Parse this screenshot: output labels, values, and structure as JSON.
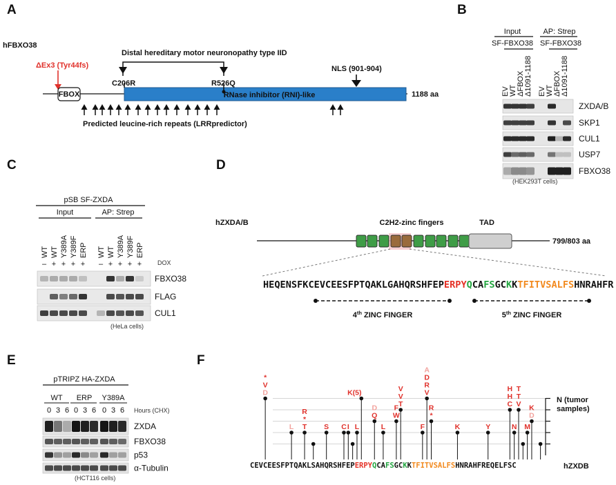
{
  "panel_labels": [
    "A",
    "B",
    "C",
    "D",
    "E",
    "F"
  ],
  "colors": {
    "rni_blue": "#2a7fc9",
    "zf_green": "#3f9d47",
    "zf_brown": "#9a6b3c",
    "tad_gray": "#cfcfcf",
    "mut_red": "#e0312b",
    "mut_pink": "#f2a29d",
    "seq_red": "#e53227",
    "seq_green": "#23a540",
    "seq_orange": "#f28a1f"
  },
  "panelA": {
    "protein": "hFBXO38",
    "dex3": "ΔEx3 (Tyr44fs)",
    "fbox": "FBOX",
    "dhmn": "Distal hereditary motor neuronopathy type IID",
    "c206r": "C206R",
    "r526q": "R526Q",
    "nls": "NLS (901-904)",
    "rni": "RNase inhibitor (RNI)-like",
    "length": "1188 aa",
    "lrr": "Predicted leucine-rich repeats (LRRpredictor)"
  },
  "panelB": {
    "hdr_input": "Input",
    "hdr_ap": "AP: Strep",
    "sub1": "SF-FBXO38",
    "sub2": "SF-FBXO38",
    "lanes": [
      "EV",
      "WT",
      "ΔFBOX",
      "Δ1091-1188",
      "EV",
      "WT",
      "ΔFBOX",
      "Δ1091-1188"
    ],
    "blots": [
      "ZXDA/B",
      "SKP1",
      "CUL1",
      "USP7",
      "FBXO38"
    ],
    "cells": "(HEK293T cells)"
  },
  "panelC": {
    "title": "pSB SF-ZXDA",
    "hdr_input": "Input",
    "hdr_ap": "AP: Strep",
    "lanes": [
      "WT",
      "WT",
      "Y389A",
      "Y389F",
      "ERP",
      "WT",
      "WT",
      "Y389A",
      "Y389F",
      "ERP"
    ],
    "dox_signs": [
      "–",
      "+",
      "+",
      "+",
      "+",
      "–",
      "+",
      "+",
      "+",
      "+"
    ],
    "dox": "DOX",
    "blots": [
      "FBXO38",
      "FLAG",
      "CUL1"
    ],
    "cells": "(HeLa cells)"
  },
  "panelD": {
    "protein": "hZXDA/B",
    "zf_label": "C2H2-zinc fingers",
    "tad": "TAD",
    "length": "799/803 aa",
    "sequence": [
      {
        "t": "HEQENSFKCEVCEESFPTQAKLGAHQRSHFEP",
        "c": "k"
      },
      {
        "t": "ERPY",
        "c": "r"
      },
      {
        "t": "Q",
        "c": "g"
      },
      {
        "t": "CA",
        "c": "k"
      },
      {
        "t": "F",
        "c": "g"
      },
      {
        "t": "S",
        "c": "g"
      },
      {
        "t": "GC",
        "c": "k"
      },
      {
        "t": "K",
        "c": "g"
      },
      {
        "t": "K",
        "c": "k"
      },
      {
        "t": "TFITVSALFS",
        "c": "o"
      },
      {
        "t": "HNRAHFR",
        "c": "k"
      }
    ],
    "zf4_num": "4",
    "zf4_sup": "th",
    "zf4_rest": " ZINC FINGER",
    "zf5_num": "5",
    "zf5_sup": "th",
    "zf5_rest": " ZINC FINGER"
  },
  "panelE": {
    "title": "pTRIPZ HA-ZXDA",
    "groups": [
      "WT",
      "ERP",
      "Y389A"
    ],
    "hours": [
      "0",
      "3",
      "6",
      "0",
      "3",
      "6",
      "0",
      "3",
      "6"
    ],
    "hours_label": "Hours (CHX)",
    "blots": [
      "ZXDA",
      "FBXO38",
      "p53",
      "α-Tubulin"
    ],
    "cells": "(HCT116 cells)"
  },
  "panelF": {
    "protein": "hZXDB",
    "y_label_1": "N (tumor",
    "y_label_2": "samples)",
    "sequence": [
      {
        "t": "CEVCEESFPTQAKLSAHQRSHFEP",
        "c": "k"
      },
      {
        "t": "ERPY",
        "c": "r"
      },
      {
        "t": "Q",
        "c": "g"
      },
      {
        "t": "CA",
        "c": "k"
      },
      {
        "t": "F",
        "c": "g"
      },
      {
        "t": "S",
        "c": "g"
      },
      {
        "t": "GC",
        "c": "k"
      },
      {
        "t": "K",
        "c": "g"
      },
      {
        "t": "K",
        "c": "k"
      },
      {
        "t": "TFITVSALFS",
        "c": "o"
      },
      {
        "t": "HNRAHFREQELFSC",
        "c": "k"
      }
    ],
    "mutations": [
      {
        "pos": 3,
        "n": 5,
        "labels": [
          "D",
          "V",
          "*"
        ],
        "pink": [
          0
        ]
      },
      {
        "pos": 9,
        "n": 2,
        "labels": [
          "L"
        ],
        "pink": [
          0
        ]
      },
      {
        "pos": 12,
        "n": 2,
        "labels": [
          "T",
          "*",
          "R"
        ],
        "pink": []
      },
      {
        "pos": 14,
        "n": 1,
        "labels": [],
        "pink": []
      },
      {
        "pos": 17,
        "n": 2,
        "labels": [
          "S"
        ],
        "pink": []
      },
      {
        "pos": 21,
        "n": 2,
        "labels": [
          "C"
        ],
        "pink": []
      },
      {
        "pos": 22,
        "n": 2,
        "labels": [
          "I"
        ],
        "pink": []
      },
      {
        "pos": 23,
        "n": 1,
        "labels": [],
        "pink": []
      },
      {
        "pos": 24,
        "n": 2,
        "labels": [
          "L"
        ],
        "pink": []
      },
      {
        "pos": 25,
        "n": 5,
        "labels": [
          "K(5)"
        ],
        "pink": []
      },
      {
        "pos": 28,
        "n": 3,
        "labels": [
          "Q",
          "D"
        ],
        "pink": [
          1
        ]
      },
      {
        "pos": 30,
        "n": 2,
        "labels": [
          "L"
        ],
        "pink": []
      },
      {
        "pos": 33,
        "n": 3,
        "labels": [
          "W",
          "F"
        ],
        "pink": []
      },
      {
        "pos": 34,
        "n": 4,
        "labels": [
          "T",
          "V",
          "V"
        ],
        "pink": []
      },
      {
        "pos": 39,
        "n": 2,
        "labels": [
          "F"
        ],
        "pink": []
      },
      {
        "pos": 40,
        "n": 5,
        "labels": [
          "V",
          "R",
          "D",
          "A"
        ],
        "pink": [
          3
        ]
      },
      {
        "pos": 41,
        "n": 3,
        "labels": [
          "*",
          "R"
        ],
        "pink": []
      },
      {
        "pos": 47,
        "n": 2,
        "labels": [
          "K"
        ],
        "pink": []
      },
      {
        "pos": 54,
        "n": 2,
        "labels": [
          "Y"
        ],
        "pink": []
      },
      {
        "pos": 59,
        "n": 4,
        "labels": [
          "C",
          "H",
          "H"
        ],
        "pink": []
      },
      {
        "pos": 60,
        "n": 2,
        "labels": [
          "N"
        ],
        "pink": []
      },
      {
        "pos": 61,
        "n": 4,
        "labels": [
          "V",
          "T",
          "T"
        ],
        "pink": []
      },
      {
        "pos": 62,
        "n": 1,
        "labels": [],
        "pink": []
      },
      {
        "pos": 63,
        "n": 2,
        "labels": [
          "M"
        ],
        "pink": []
      },
      {
        "pos": 64,
        "n": 3,
        "labels": [
          "D",
          "K"
        ],
        "pink": [
          0
        ]
      },
      {
        "pos": 66,
        "n": 1,
        "labels": [],
        "pink": []
      }
    ]
  }
}
